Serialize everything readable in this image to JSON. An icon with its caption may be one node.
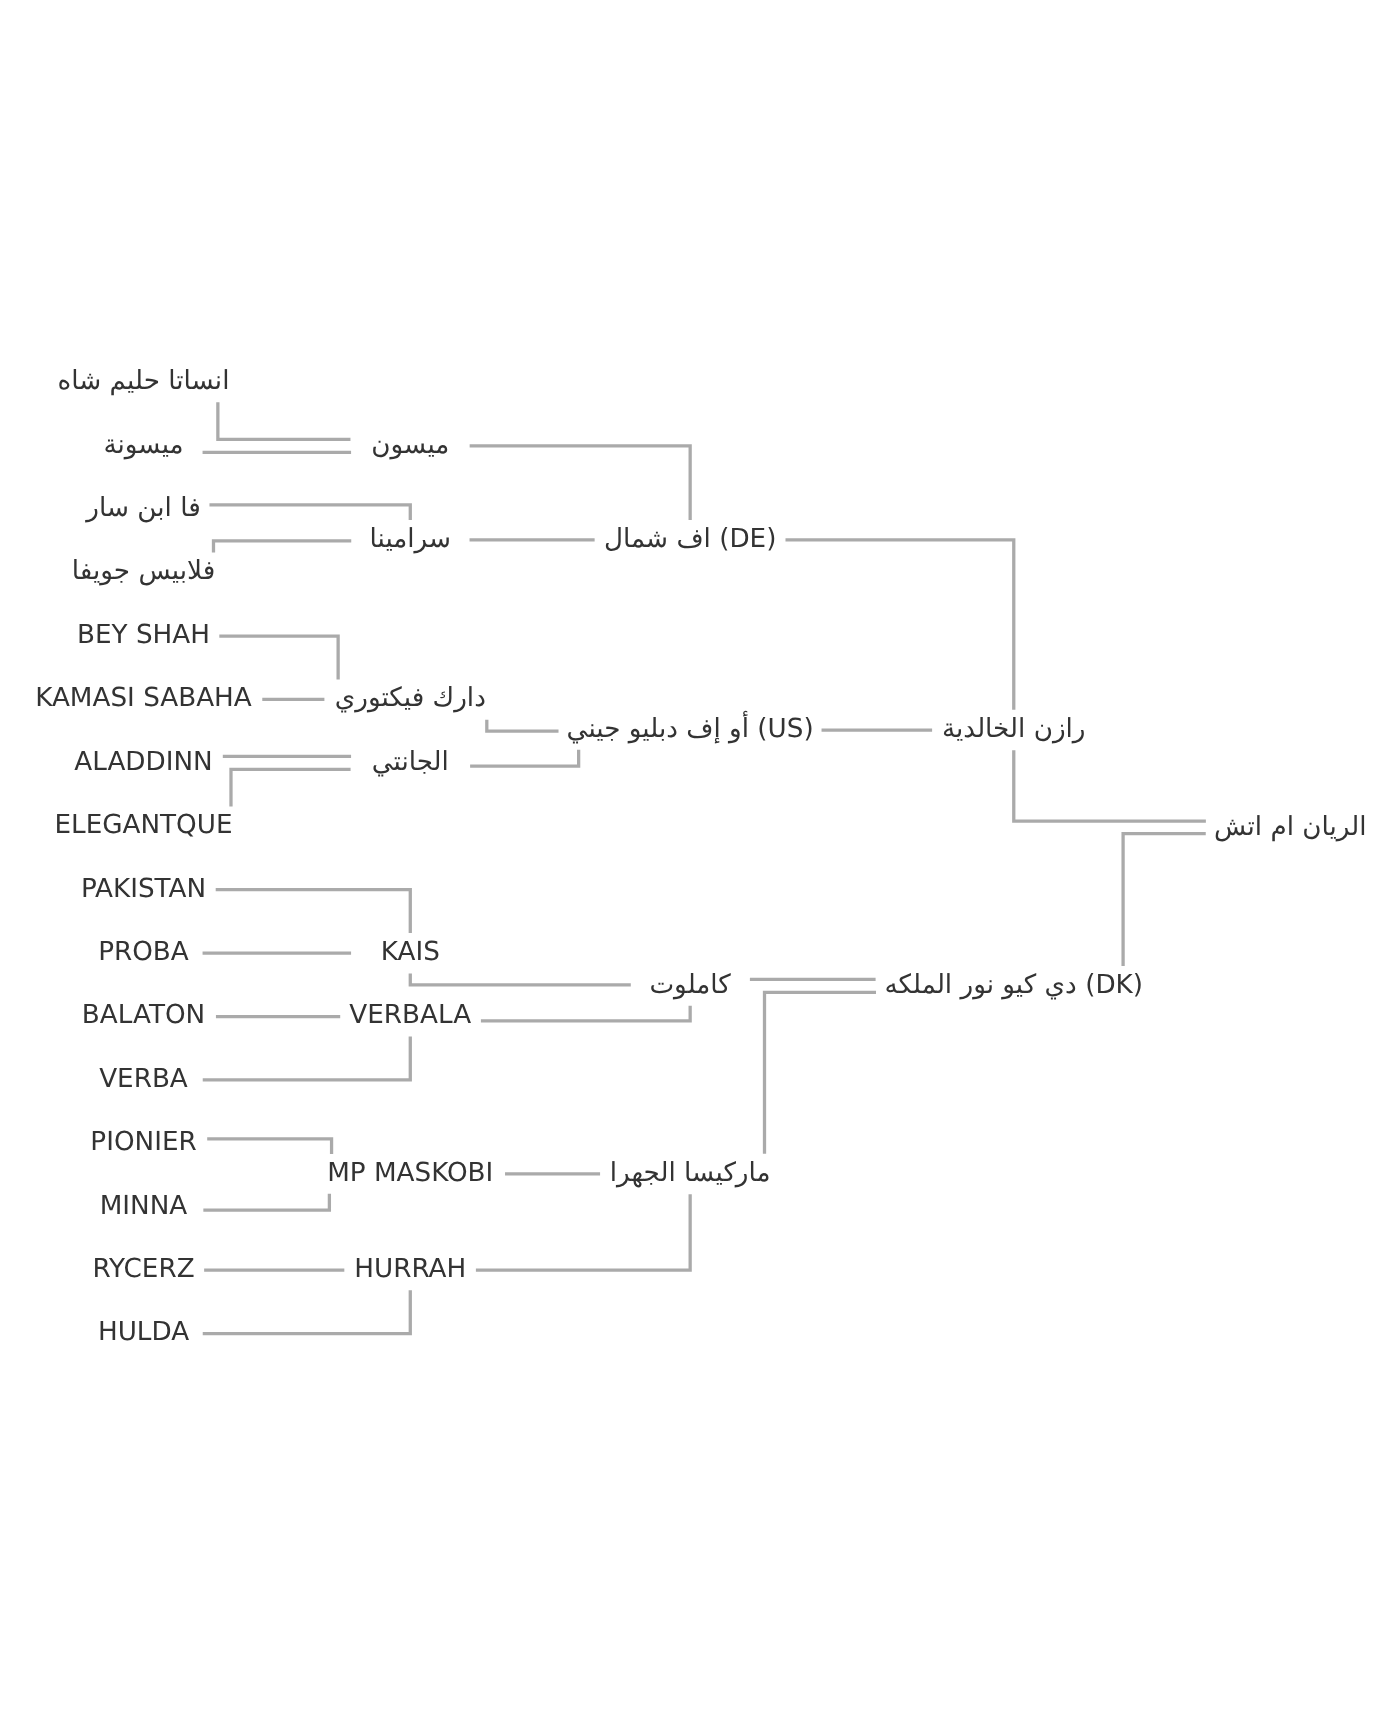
{
  "diagram": {
    "nodes": [
      {
        "text": [
          "الريان ام اتش"
        ]
      },
      {
        "text": [
          "رازن الخالدية"
        ]
      },
      {
        "text": [
          "اف شمال (DE)"
        ]
      },
      {
        "text": [
          "ميسون"
        ]
      },
      {
        "text": [
          "انساتا حليم شاه"
        ]
      },
      {
        "text": [
          "ميسونة"
        ]
      },
      {
        "text": [
          "سرامينا"
        ]
      },
      {
        "text": [
          "فا ابن سار"
        ]
      },
      {
        "text": [
          "فلابيس جويفا"
        ]
      },
      {
        "text": [
          "أو إف دبليو جيني (US)"
        ]
      },
      {
        "text": [
          "دارك فيكتوري"
        ]
      },
      {
        "text": [
          "BEY SHAH"
        ]
      },
      {
        "text": [
          "KAMASI SABAHA"
        ]
      },
      {
        "text": [
          "الجانتي"
        ]
      },
      {
        "text": [
          "ALADDINN"
        ]
      },
      {
        "text": [
          "ELEGANTQUE"
        ]
      },
      {
        "text": [
          "دي كيو نور الملكه (DK)"
        ]
      },
      {
        "text": [
          "كاملوت"
        ]
      },
      {
        "text": [
          "KAIS"
        ]
      },
      {
        "text": [
          "PAKISTAN"
        ]
      },
      {
        "text": [
          "PROBA"
        ]
      },
      {
        "text": [
          "VERBALA"
        ]
      },
      {
        "text": [
          "BALATON"
        ]
      },
      {
        "text": [
          "VERBA"
        ]
      },
      {
        "text": [
          "ماركيسا الجهرا"
        ]
      },
      {
        "text": [
          "MP MASKOBI"
        ]
      },
      {
        "text": [
          "PIONIER"
        ]
      },
      {
        "text": [
          "MINNA"
        ]
      },
      {
        "text": [
          "HURRAH"
        ]
      },
      {
        "text": [
          "RYCERZ"
        ]
      },
      {
        "text": [
          "HULDA"
        ]
      }
    ],
    "edges": [
      {
        "from": 0,
        "to": 1,
        "arrow": "none"
      },
      {
        "from": 1,
        "to": 2,
        "arrow": "none"
      },
      {
        "from": 2,
        "to": 3,
        "arrow": "none"
      },
      {
        "from": 3,
        "to": 4,
        "arrow": "none"
      },
      {
        "from": 3,
        "to": 5,
        "arrow": "none"
      },
      {
        "from": 2,
        "to": 6,
        "arrow": "none"
      },
      {
        "from": 6,
        "to": 7,
        "arrow": "none"
      },
      {
        "from": 6,
        "to": 8,
        "arrow": "none"
      },
      {
        "from": 1,
        "to": 9,
        "arrow": "none"
      },
      {
        "from": 9,
        "to": 10,
        "arrow": "none"
      },
      {
        "from": 10,
        "to": 11,
        "arrow": "none"
      },
      {
        "from": 10,
        "to": 12,
        "arrow": "none"
      },
      {
        "from": 9,
        "to": 13,
        "arrow": "none"
      },
      {
        "from": 13,
        "to": 14,
        "arrow": "none"
      },
      {
        "from": 13,
        "to": 15,
        "arrow": "none"
      },
      {
        "from": 0,
        "to": 16,
        "arrow": "none"
      },
      {
        "from": 16,
        "to": 17,
        "arrow": "none"
      },
      {
        "from": 17,
        "to": 18,
        "arrow": "none"
      },
      {
        "from": 18,
        "to": 19,
        "arrow": "none"
      },
      {
        "from": 18,
        "to": 20,
        "arrow": "none"
      },
      {
        "from": 17,
        "to": 21,
        "arrow": "none"
      },
      {
        "from": 21,
        "to": 22,
        "arrow": "none"
      },
      {
        "from": 21,
        "to": 23,
        "arrow": "none"
      },
      {
        "from": 16,
        "to": 24,
        "arrow": "none"
      },
      {
        "from": 24,
        "to": 25,
        "arrow": "none"
      },
      {
        "from": 25,
        "to": 26,
        "arrow": "none"
      },
      {
        "from": 25,
        "to": 27,
        "arrow": "none"
      },
      {
        "from": 24,
        "to": 28,
        "arrow": "none"
      },
      {
        "from": 28,
        "to": 29,
        "arrow": "none"
      },
      {
        "from": 28,
        "to": 30,
        "arrow": "none"
      }
    ]
  }
}
